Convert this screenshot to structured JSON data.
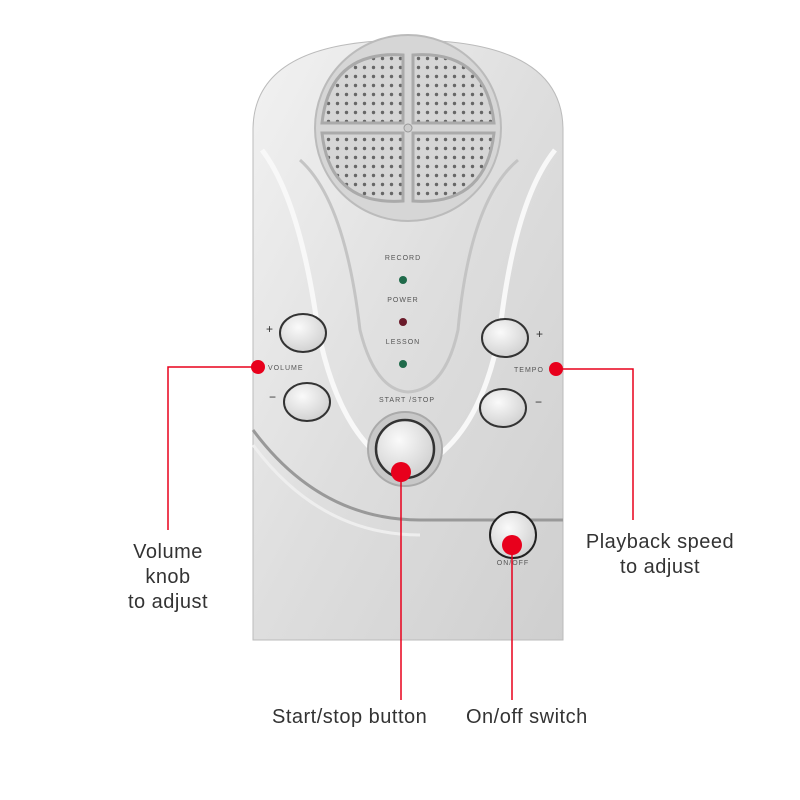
{
  "device": {
    "indicators": [
      {
        "label": "RECORD",
        "led_color": "#1f6a4a"
      },
      {
        "label": "POWER",
        "led_color": "#6a1a2a"
      },
      {
        "label": "LESSON",
        "led_color": "#1f6a4a"
      }
    ],
    "volume_label": "VOLUME",
    "tempo_label": "TEMPO",
    "plus": "+",
    "minus": "−",
    "start_stop_label": "START /STOP",
    "on_off_label": "ON/OFF"
  },
  "callouts": {
    "volume": [
      "Volume",
      "knob",
      "to adjust"
    ],
    "speed": [
      "Playback speed",
      "to adjust"
    ],
    "start_stop": "Start/stop button",
    "on_off": "On/off switch"
  },
  "colors": {
    "marker": "#e8001c",
    "body": "#dcdcdc"
  }
}
